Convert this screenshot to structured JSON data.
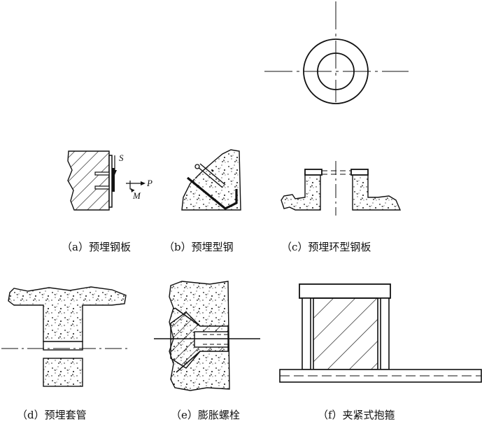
{
  "captions": {
    "a": "（a）预埋钢板",
    "b": "（b）预埋型钢",
    "c": "（c）预埋环型钢板",
    "d": "（d）预埋套管",
    "e": "（e）膨胀螺栓",
    "f": "（f）夹紧式抱箍"
  },
  "force_labels": {
    "shear": "S",
    "axial": "P",
    "moment": "M"
  },
  "colors": {
    "ink": "#111111",
    "paper": "#ffffff"
  }
}
